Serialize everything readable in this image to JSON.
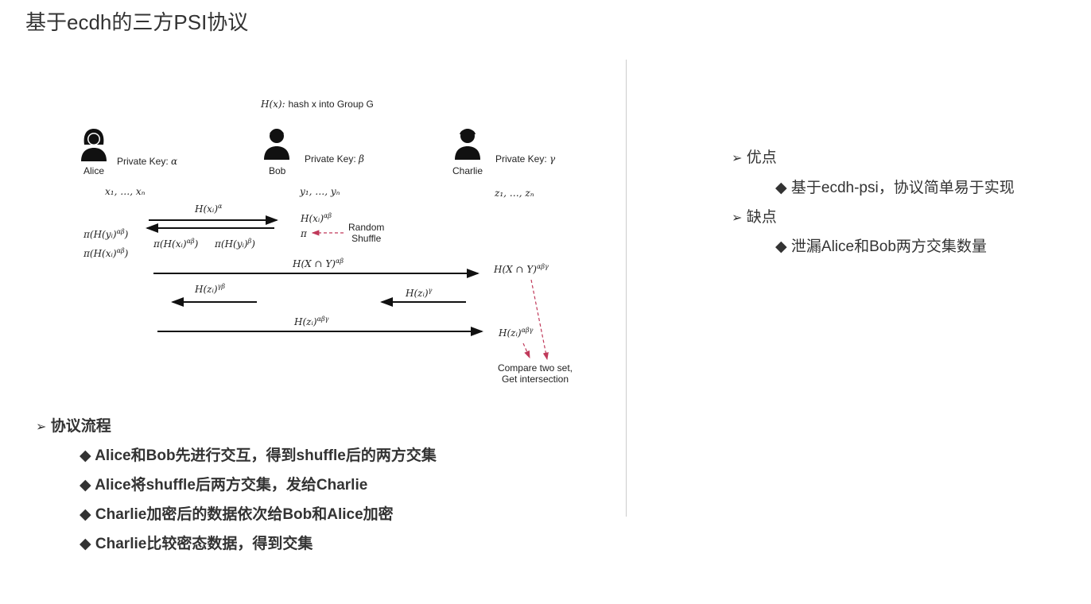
{
  "title": "基于ecdh的三方PSI协议",
  "diagram": {
    "hash_def": {
      "base": "H(x):",
      "text": "hash x into Group G"
    },
    "parties": [
      {
        "name": "Alice",
        "key_label": "Private Key: ",
        "key": "α",
        "set": "x₁, …, xₙ"
      },
      {
        "name": "Bob",
        "key_label": "Private Key: ",
        "key": "β",
        "set": "y₁, …, yₙ"
      },
      {
        "name": "Charlie",
        "key_label": "Private Key: ",
        "key": "γ",
        "set": "z₁, …, zₙ"
      }
    ],
    "labels": {
      "a_to_b": {
        "base": "H(xᵢ)",
        "sup": "α"
      },
      "bob_hx": {
        "base": "H(xᵢ)",
        "sup": "αβ"
      },
      "bob_pi": {
        "base": "π",
        "sup": ""
      },
      "b_to_a_1": {
        "base": "π(H(xᵢ)",
        "sup": "αβ",
        "tail": ")"
      },
      "b_to_a_2": {
        "base": "π(H(yᵢ)",
        "sup": "β",
        "tail": ")"
      },
      "alice_1": {
        "base": "π(H(yᵢ)",
        "sup": "αβ",
        "tail": ")"
      },
      "alice_2": {
        "base": "π(H(xᵢ)",
        "sup": "αβ",
        "tail": ")"
      },
      "a_to_c": {
        "base": "H(X ∩ Y)",
        "sup": "αβ"
      },
      "charlie_xy": {
        "base": "H(X ∩ Y)",
        "sup": "αβγ"
      },
      "b_to_a_z": {
        "base": "H(zᵢ)",
        "sup": "γβ"
      },
      "c_to_b_z": {
        "base": "H(zᵢ)",
        "sup": "γ"
      },
      "a_to_c_z": {
        "base": "H(zᵢ)",
        "sup": "αβγ"
      },
      "charlie_z": {
        "base": "H(zᵢ)",
        "sup": "αβγ"
      }
    },
    "random_shuffle": [
      "Random",
      "Shuffle"
    ],
    "compare": [
      "Compare two set,",
      "Get intersection"
    ],
    "accent_color": "#c0395a"
  },
  "flow": {
    "heading": "协议流程",
    "items": [
      "Alice和Bob先进行交互，得到shuffle后的两方交集",
      "Alice将shuffle后两方交集，发给Charlie",
      "Charlie加密后的数据依次给Bob和Alice加密",
      "Charlie比较密态数据，得到交集"
    ]
  },
  "pros": {
    "heading": "优点",
    "items": [
      "基于ecdh-psi，协议简单易于实现"
    ]
  },
  "cons": {
    "heading": "缺点",
    "items": [
      "泄漏Alice和Bob两方交集数量"
    ]
  },
  "markers": {
    "arrow": "➢",
    "diamond": "◆"
  }
}
